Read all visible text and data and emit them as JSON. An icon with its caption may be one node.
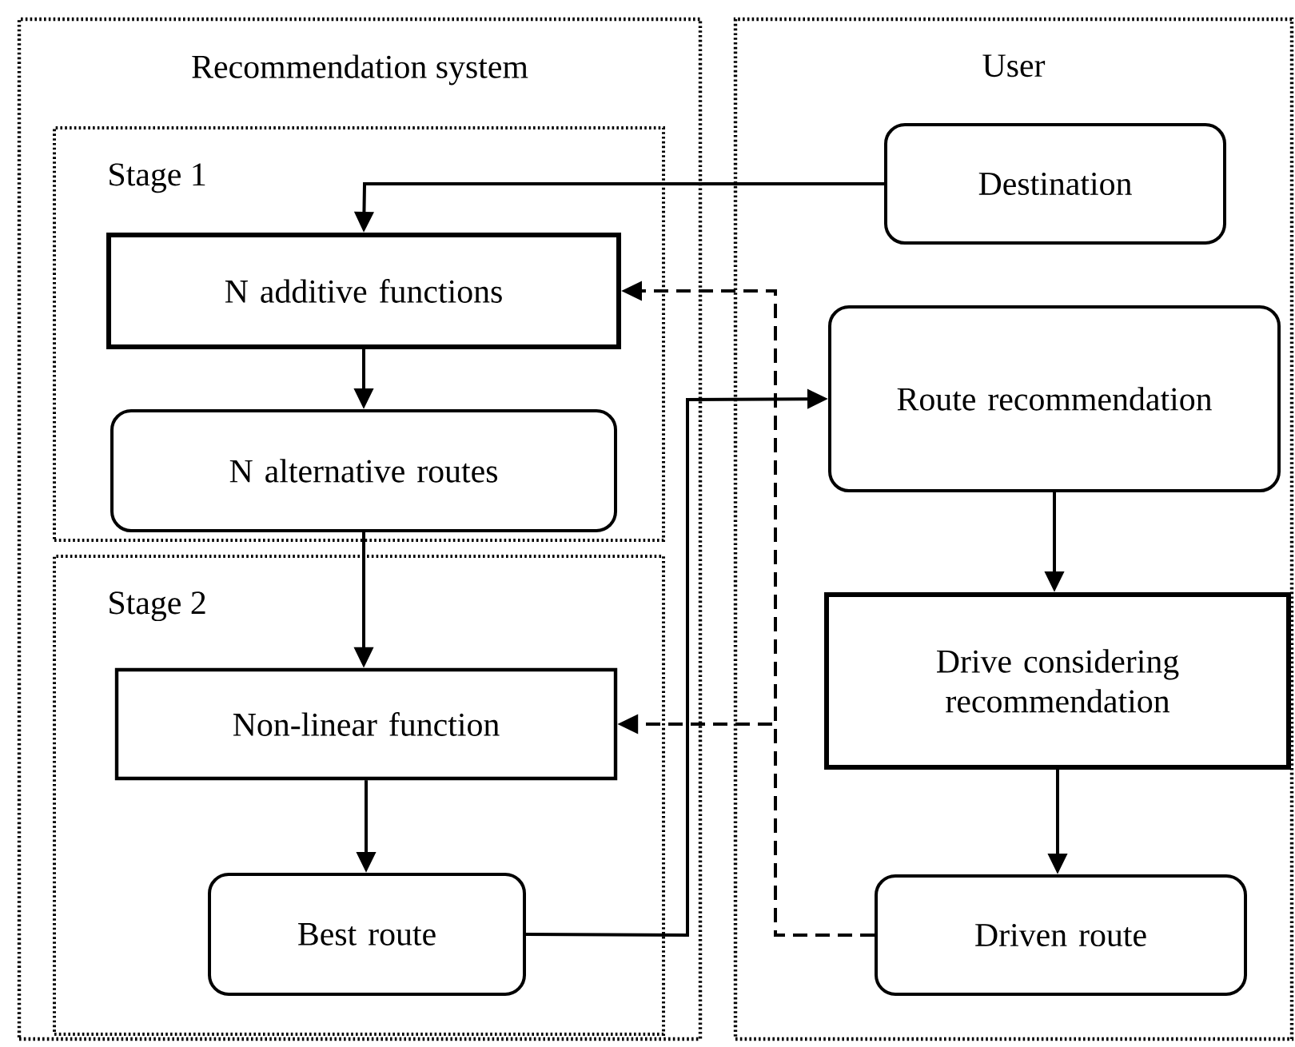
{
  "diagram": {
    "nodes": [
      {
        "text": [
          "Recommendation system"
        ]
      },
      {
        "text": [
          "Stage 1"
        ],
        "in": 0
      },
      {
        "text": [
          "N additive functions"
        ],
        "in": 1
      },
      {
        "text": [
          "N alternative routes"
        ],
        "in": 1
      },
      {
        "text": [
          "Stage 2"
        ],
        "in": 0
      },
      {
        "text": [
          "Non-linear function"
        ],
        "in": 4
      },
      {
        "text": [
          "Best route"
        ],
        "in": 4
      },
      {
        "text": [
          "User"
        ]
      },
      {
        "text": [
          "Destination"
        ],
        "in": 7
      },
      {
        "text": [
          "Route recommendation"
        ],
        "in": 7
      },
      {
        "text": [
          "Drive considering recommendation"
        ],
        "in": 7
      },
      {
        "text": [
          "Driven route"
        ],
        "in": 7
      }
    ],
    "edges": [
      {
        "from": 8,
        "to": 2,
        "arrow": "to"
      },
      {
        "from": 2,
        "to": 3,
        "arrow": "to"
      },
      {
        "from": 3,
        "to": 5,
        "arrow": "to"
      },
      {
        "from": 5,
        "to": 6,
        "arrow": "to"
      },
      {
        "from": 6,
        "to": 9,
        "arrow": "to"
      },
      {
        "from": 9,
        "to": 10,
        "arrow": "to"
      },
      {
        "from": 10,
        "to": 11,
        "arrow": "to"
      },
      {
        "from": 11,
        "to": 2,
        "arrow": "to",
        "style": "dashed"
      },
      {
        "from": 11,
        "to": 5,
        "arrow": "to",
        "style": "dashed"
      }
    ]
  }
}
